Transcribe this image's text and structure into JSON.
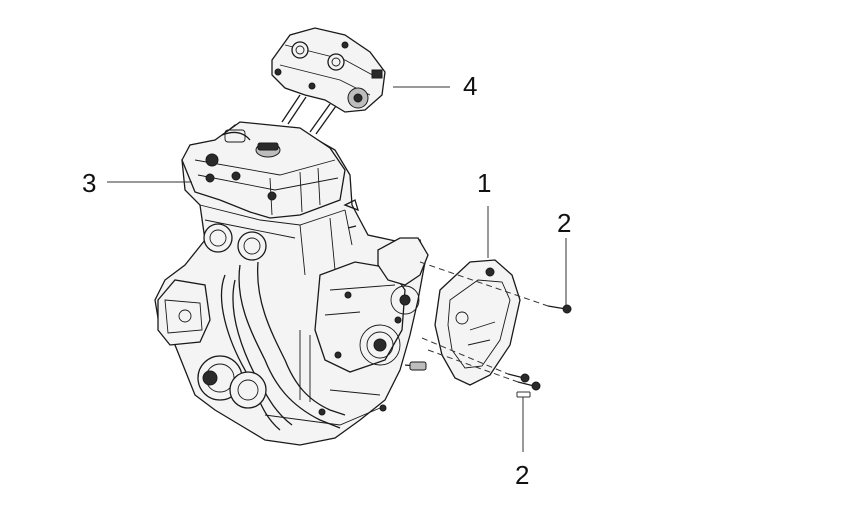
{
  "callouts": {
    "cover": "1",
    "screw_upper": "2",
    "screw_lower": "2",
    "engine": "3",
    "throttle_body": "4"
  }
}
